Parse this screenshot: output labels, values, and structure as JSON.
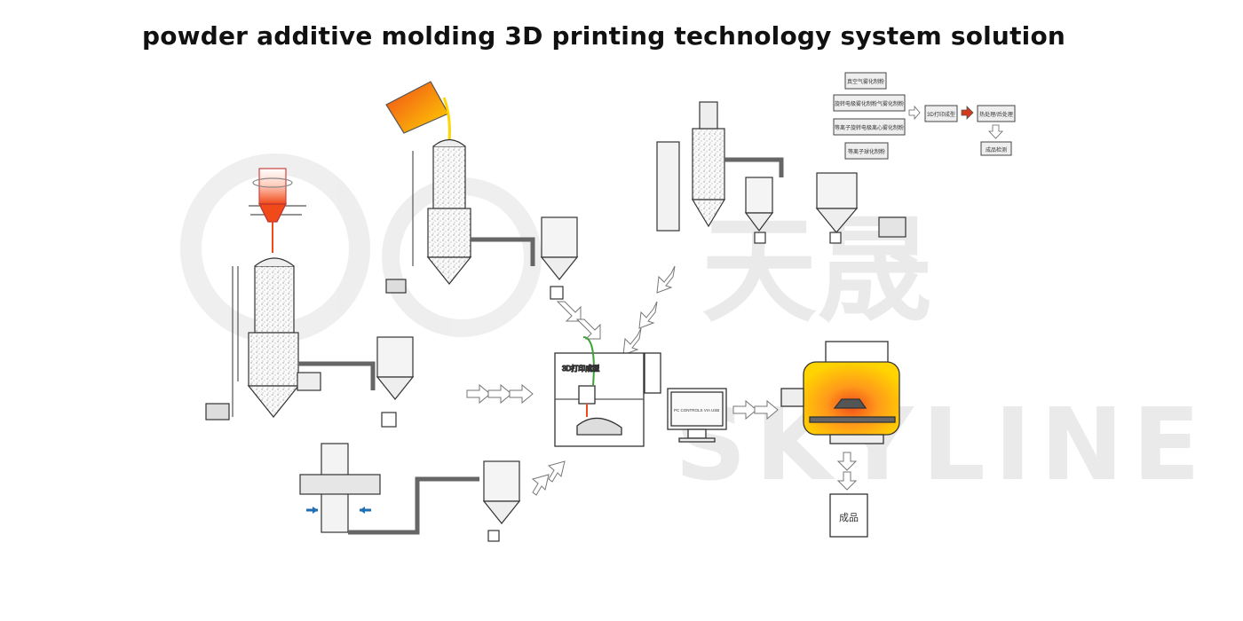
{
  "title": "powder additive molding 3D printing technology system solution",
  "watermark": {
    "brand": "SKYLINE",
    "brand_cn": "天晟"
  },
  "process_boxes": [
    "真空气雾化制粉",
    "旋转电极雾化制粉气雾化制粉",
    "等离子旋转电极离心雾化制粉",
    "等离子球化制粉"
  ],
  "flow_boxes": {
    "printing": "3D打印成型",
    "post": "热处理/后处理",
    "final": "成品检测"
  },
  "monitor_text": "PC CONTROLS VIA USB",
  "product_label": "成品",
  "colors": {
    "heat": "#f04a1a",
    "glow": "#ffd400",
    "arrow": "#d23a1a",
    "blue": "#1f6fb5"
  }
}
